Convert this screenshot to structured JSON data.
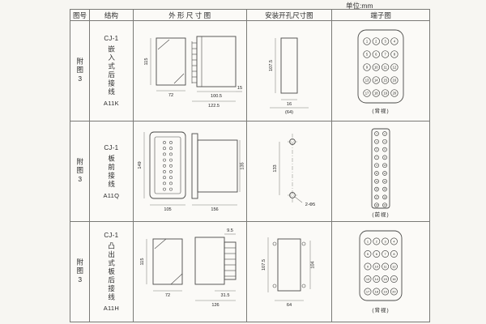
{
  "unit_label": "单位:mm",
  "headers": {
    "fig_no": "图号",
    "structure": "结构",
    "outline": "外 形 尺 寸 图",
    "mounting": "安装开孔尺寸图",
    "terminal": "端子图"
  },
  "rows": [
    {
      "fig_no": "附图3",
      "model": "CJ-1",
      "structure": "嵌入式后接线",
      "code": "A11K",
      "dims_outline": [
        "115",
        "72",
        "100.5",
        "122.5",
        "15"
      ],
      "dims_mounting": [
        "107.5",
        "16",
        "(64)"
      ],
      "terminal_view": "(背视)"
    },
    {
      "fig_no": "附图3",
      "model": "CJ-1",
      "structure": "板前接线",
      "code": "A11Q",
      "dims_outline": [
        "149",
        "105",
        "156",
        "135"
      ],
      "dims_mounting": [
        "133",
        "2-Φ5"
      ],
      "terminal_view": "(前视)"
    },
    {
      "fig_no": "附图3",
      "model": "CJ-1",
      "structure": "凸出式板后接线",
      "code": "A11H",
      "dims_outline": [
        "115",
        "72",
        "9.5",
        "31.5",
        "126"
      ],
      "dims_mounting": [
        "107.5",
        "104",
        "64"
      ],
      "terminal_view": "(背视)"
    }
  ],
  "terminals": {
    "t1": [
      "1",
      "2",
      "3",
      "4",
      "5",
      "6",
      "7",
      "8",
      "9",
      "10",
      "11",
      "12",
      "13",
      "14",
      "15",
      "16",
      "17",
      "18",
      "19",
      "20"
    ],
    "t2": [
      "1",
      "2",
      "3",
      "4",
      "5",
      "6",
      "7",
      "8",
      "9",
      "10",
      "11",
      "12",
      "13",
      "14",
      "15",
      "16",
      "17",
      "18",
      "19",
      "20"
    ],
    "t3": [
      "1",
      "2",
      "3",
      "4",
      "5",
      "6",
      "7",
      "8",
      "9",
      "10",
      "11",
      "12",
      "13",
      "14",
      "15",
      "16",
      "17",
      "18",
      "19",
      "20"
    ]
  }
}
